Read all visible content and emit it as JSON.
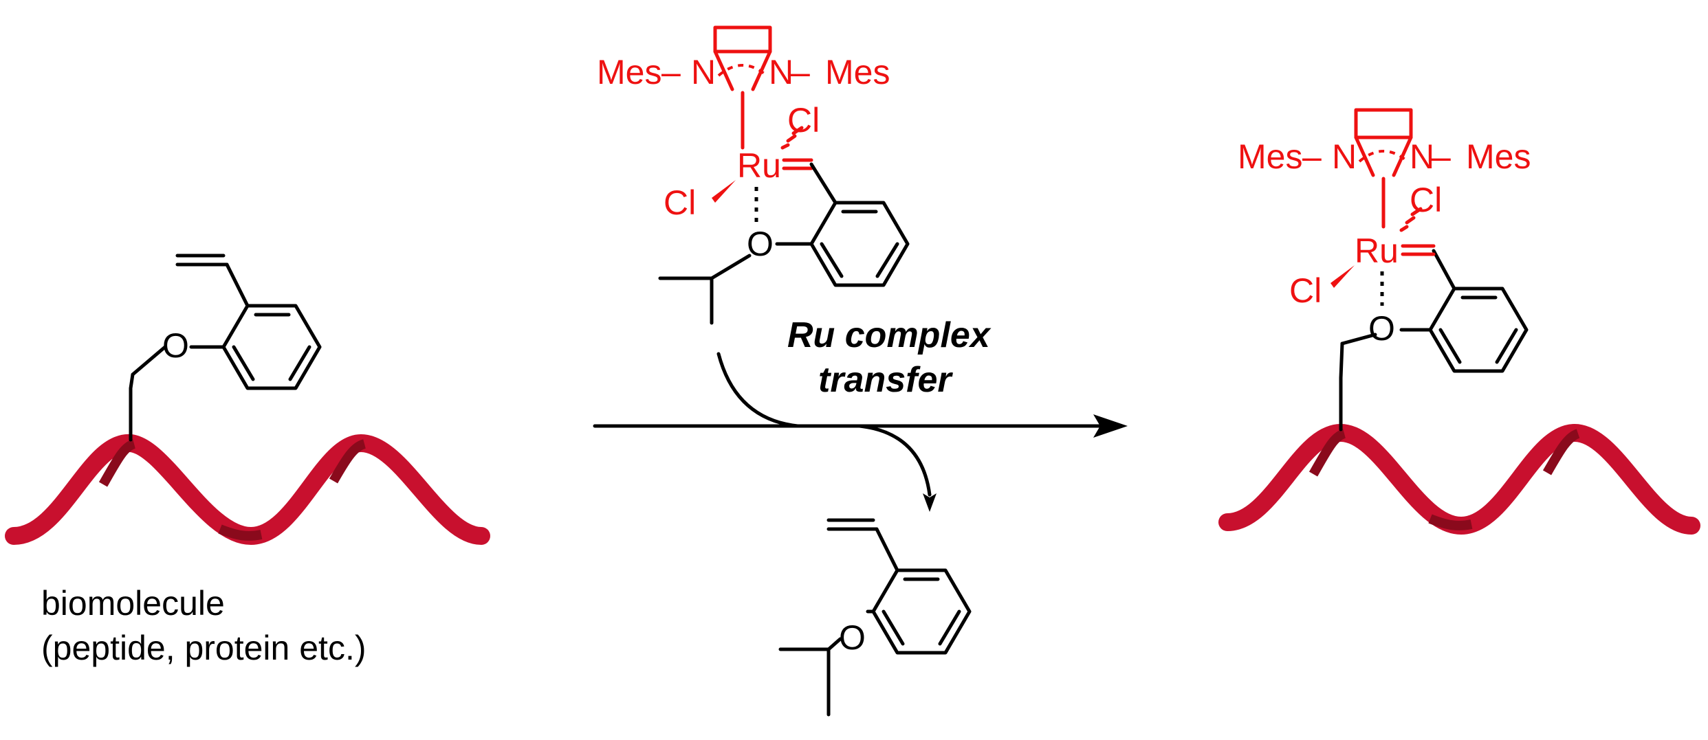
{
  "labels": {
    "mes": "Mes",
    "n": "N",
    "ru": "Ru",
    "cl": "Cl",
    "o": "O",
    "dash": "–"
  },
  "reaction": {
    "reagent_line1": "Ru complex",
    "reagent_line2": "transfer"
  },
  "substrate": {
    "caption_line1": "biomolecule",
    "caption_line2": "(peptide, protein etc.)"
  },
  "colors": {
    "catalyst": "#ee1111",
    "bonds": "#000000",
    "ribbon_front": "#c8102e",
    "ribbon_back": "#8a0a1c"
  }
}
